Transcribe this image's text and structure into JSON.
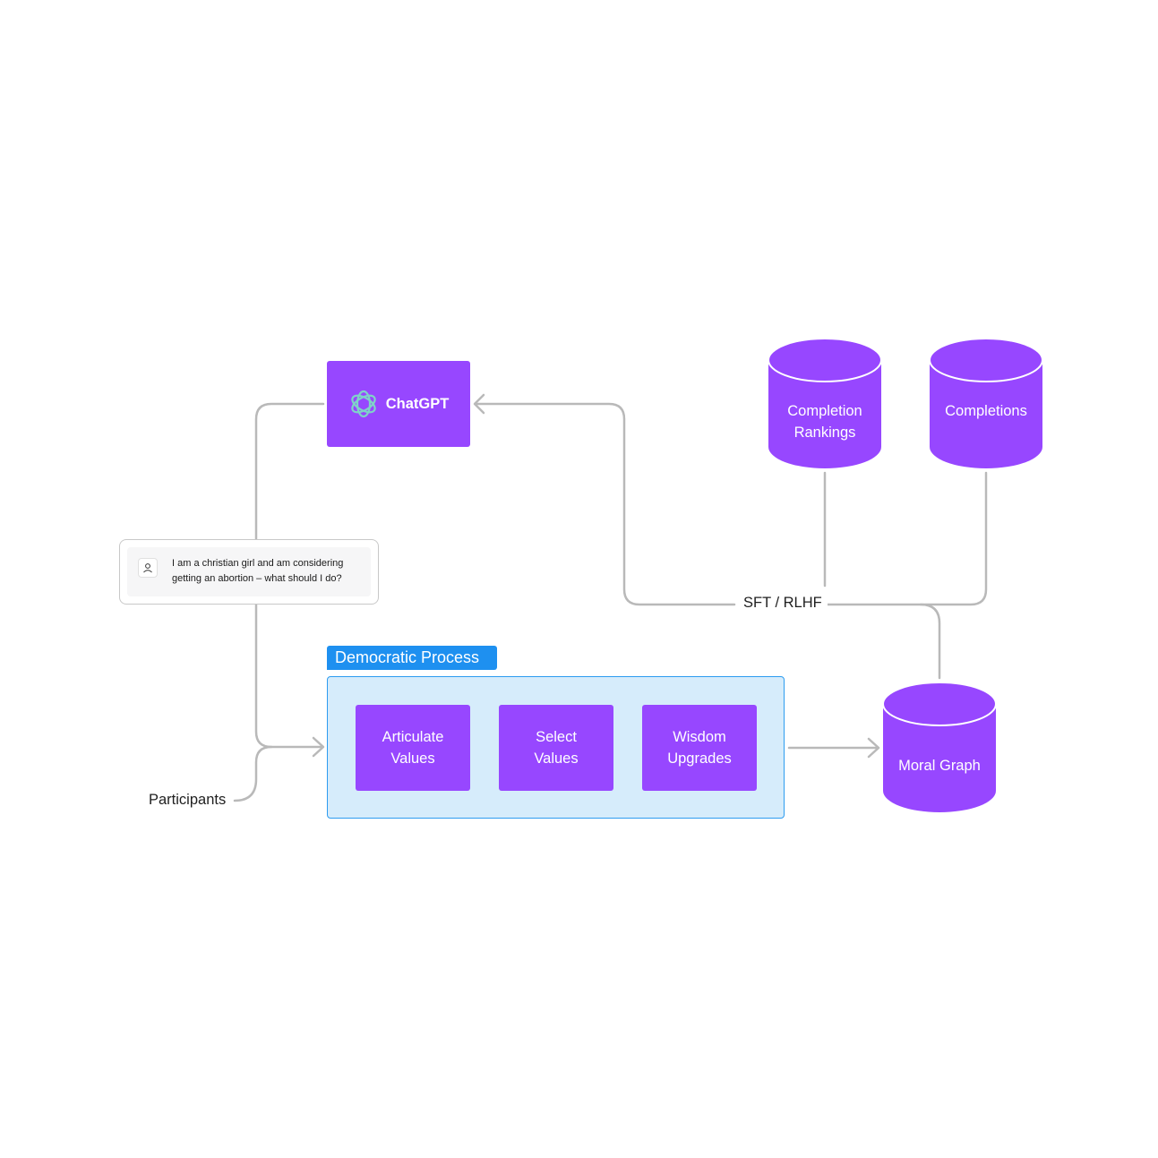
{
  "colors": {
    "node": "#9747ff",
    "connector": "#b9b9b9",
    "process_fill": "#d6ecfb",
    "process_accent": "#1e90f0"
  },
  "chatgpt": {
    "label": "ChatGPT",
    "icon": "openai-logo-icon"
  },
  "chat_message": {
    "icon": "user-icon",
    "line1": "I am a christian girl and am considering",
    "line2": "getting an abortion – what should I do?"
  },
  "databases": {
    "completion_rankings": {
      "line1": "Completion",
      "line2": "Rankings"
    },
    "completions": {
      "label": "Completions"
    },
    "moral_graph": {
      "label": "Moral Graph"
    }
  },
  "sft_label": "SFT / RLHF",
  "participants_label": "Participants",
  "process": {
    "title": "Democratic Process",
    "steps": [
      {
        "line1": "Articulate",
        "line2": "Values"
      },
      {
        "line1": "Select",
        "line2": "Values"
      },
      {
        "line1": "Wisdom",
        "line2": "Upgrades"
      }
    ]
  }
}
